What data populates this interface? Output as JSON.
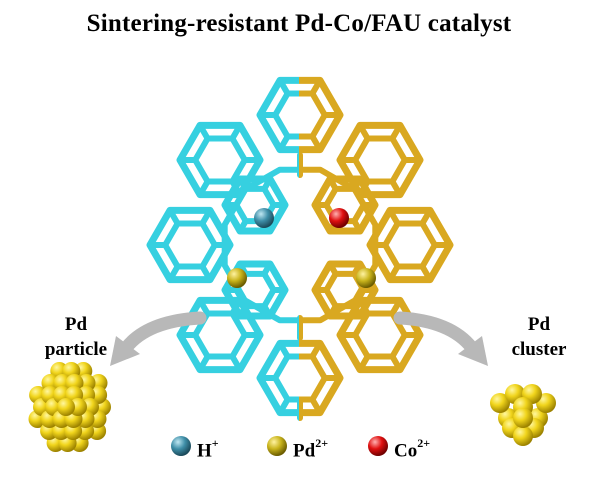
{
  "title": "Sintering-resistant Pd-Co/FAU catalyst",
  "left_label": {
    "line1": "Pd",
    "line2": "particle"
  },
  "right_label": {
    "line1": "Pd",
    "line2": "cluster"
  },
  "legend": [
    {
      "symbol": "H",
      "charge": "+",
      "color": "#3f8fa8"
    },
    {
      "symbol": "Pd",
      "charge": "2+",
      "color": "#c9b41c"
    },
    {
      "symbol": "Co",
      "charge": "2+",
      "color": "#e01010"
    }
  ],
  "colors": {
    "framework_left": "#36d0e0",
    "framework_right": "#d9a820",
    "nanoparticle": "#f2d81c",
    "arrow": "#b8b8b8"
  }
}
